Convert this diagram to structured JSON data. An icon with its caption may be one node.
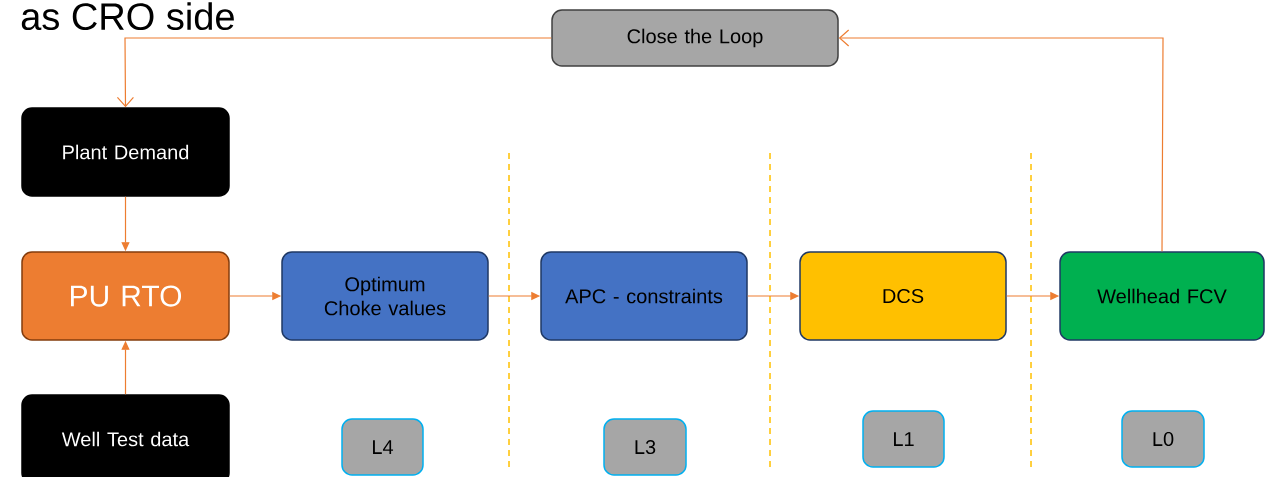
{
  "diagram": {
    "title": "as CRO side",
    "nodes": [
      {
        "text": [
          "Close the Loop"
        ]
      },
      {
        "text": [
          "Plant Demand"
        ]
      },
      {
        "text": [
          "PU RTO"
        ]
      },
      {
        "text": [
          "Optimum Choke values"
        ]
      },
      {
        "text": [
          "APC - constraints"
        ]
      },
      {
        "text": [
          "DCS"
        ]
      },
      {
        "text": [
          "Wellhead FCV"
        ]
      },
      {
        "text": [
          "Well Test data"
        ]
      },
      {
        "text": [
          "L4"
        ]
      },
      {
        "text": [
          "L3"
        ]
      },
      {
        "text": [
          "L1"
        ]
      },
      {
        "text": [
          "L0"
        ]
      }
    ],
    "edges": [
      {
        "from": 0,
        "to": 1,
        "arrow": "to"
      },
      {
        "from": 1,
        "to": 2,
        "arrow": "to"
      },
      {
        "from": 7,
        "to": 2,
        "arrow": "to"
      },
      {
        "from": 2,
        "to": 3,
        "arrow": "to"
      },
      {
        "from": 3,
        "to": 4,
        "arrow": "to"
      },
      {
        "from": 4,
        "to": 5,
        "arrow": "to"
      },
      {
        "from": 5,
        "to": 6,
        "arrow": "to"
      },
      {
        "from": 6,
        "to": 0,
        "arrow": "to"
      }
    ]
  }
}
